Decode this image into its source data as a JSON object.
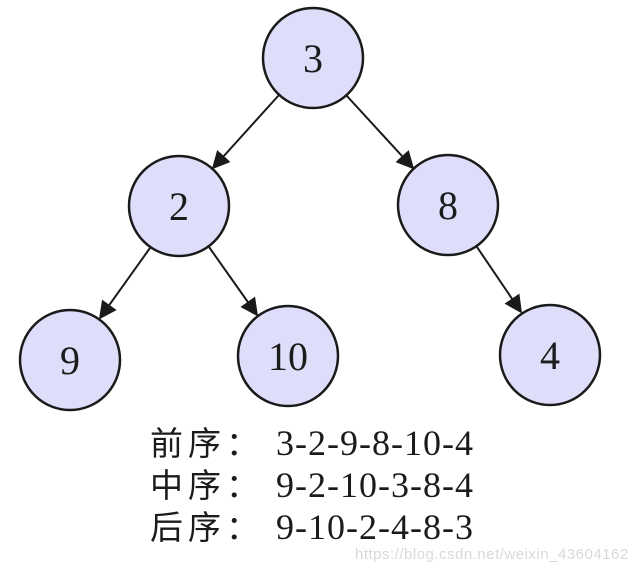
{
  "diagram": {
    "type": "binary-tree",
    "nodes": [
      {
        "id": "root",
        "label": "3"
      },
      {
        "id": "left",
        "label": "2"
      },
      {
        "id": "right",
        "label": "8"
      },
      {
        "id": "left-left",
        "label": "9"
      },
      {
        "id": "left-right",
        "label": "10"
      },
      {
        "id": "right-right",
        "label": "4"
      }
    ],
    "edges": [
      {
        "from": "3",
        "to": "2"
      },
      {
        "from": "3",
        "to": "8"
      },
      {
        "from": "2",
        "to": "9"
      },
      {
        "from": "2",
        "to": "10"
      },
      {
        "from": "8",
        "to": "4"
      }
    ]
  },
  "traversals": [
    {
      "label": "前序：",
      "value": "3-2-9-8-10-4"
    },
    {
      "label": "中序：",
      "value": "9-2-10-3-8-4"
    },
    {
      "label": "后序：",
      "value": "9-10-2-4-8-3"
    }
  ],
  "watermark": {
    "text": "https://blog.csdn.net/weixin_43604162"
  },
  "colors": {
    "node_fill": "#dedefb",
    "node_stroke": "#1a1a1a",
    "edge": "#1a1a1a",
    "text": "#1c1c1c",
    "watermark": "#d9d9d9"
  }
}
